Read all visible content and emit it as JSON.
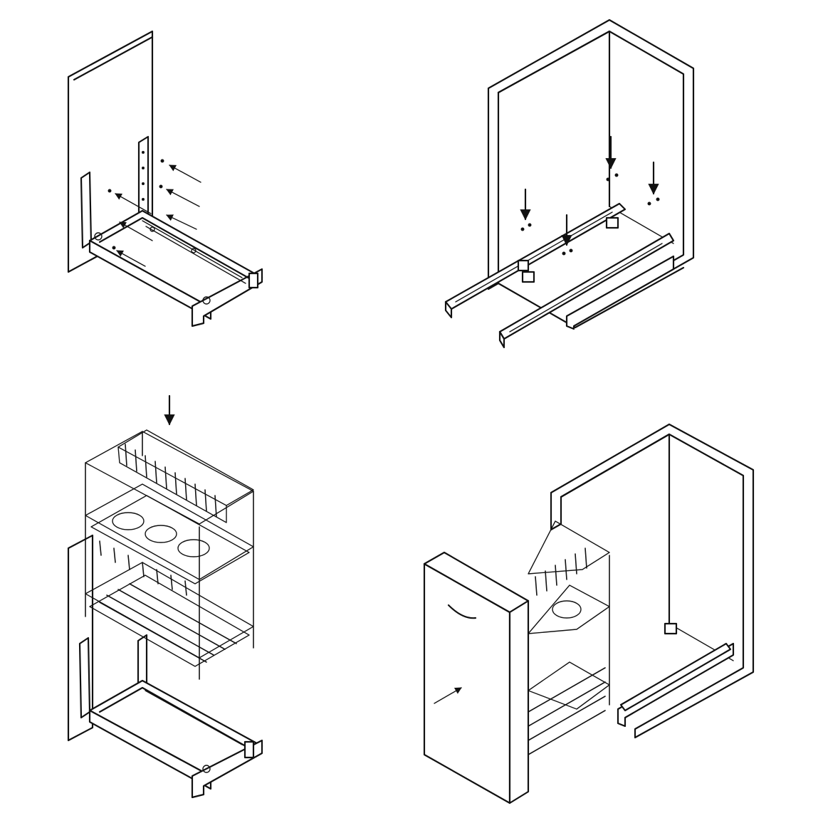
{
  "diagram": {
    "panels": [
      {
        "id": "step-1",
        "description_icon": "side-mount-bracket-icon"
      },
      {
        "id": "step-2",
        "description_icon": "drawer-slide-install-icon"
      },
      {
        "id": "step-3",
        "description_icon": "basket-install-icon"
      },
      {
        "id": "step-4",
        "description_icon": "finished-pullout-icon"
      }
    ],
    "line_color": "#111111",
    "background_color": "#ffffff"
  }
}
